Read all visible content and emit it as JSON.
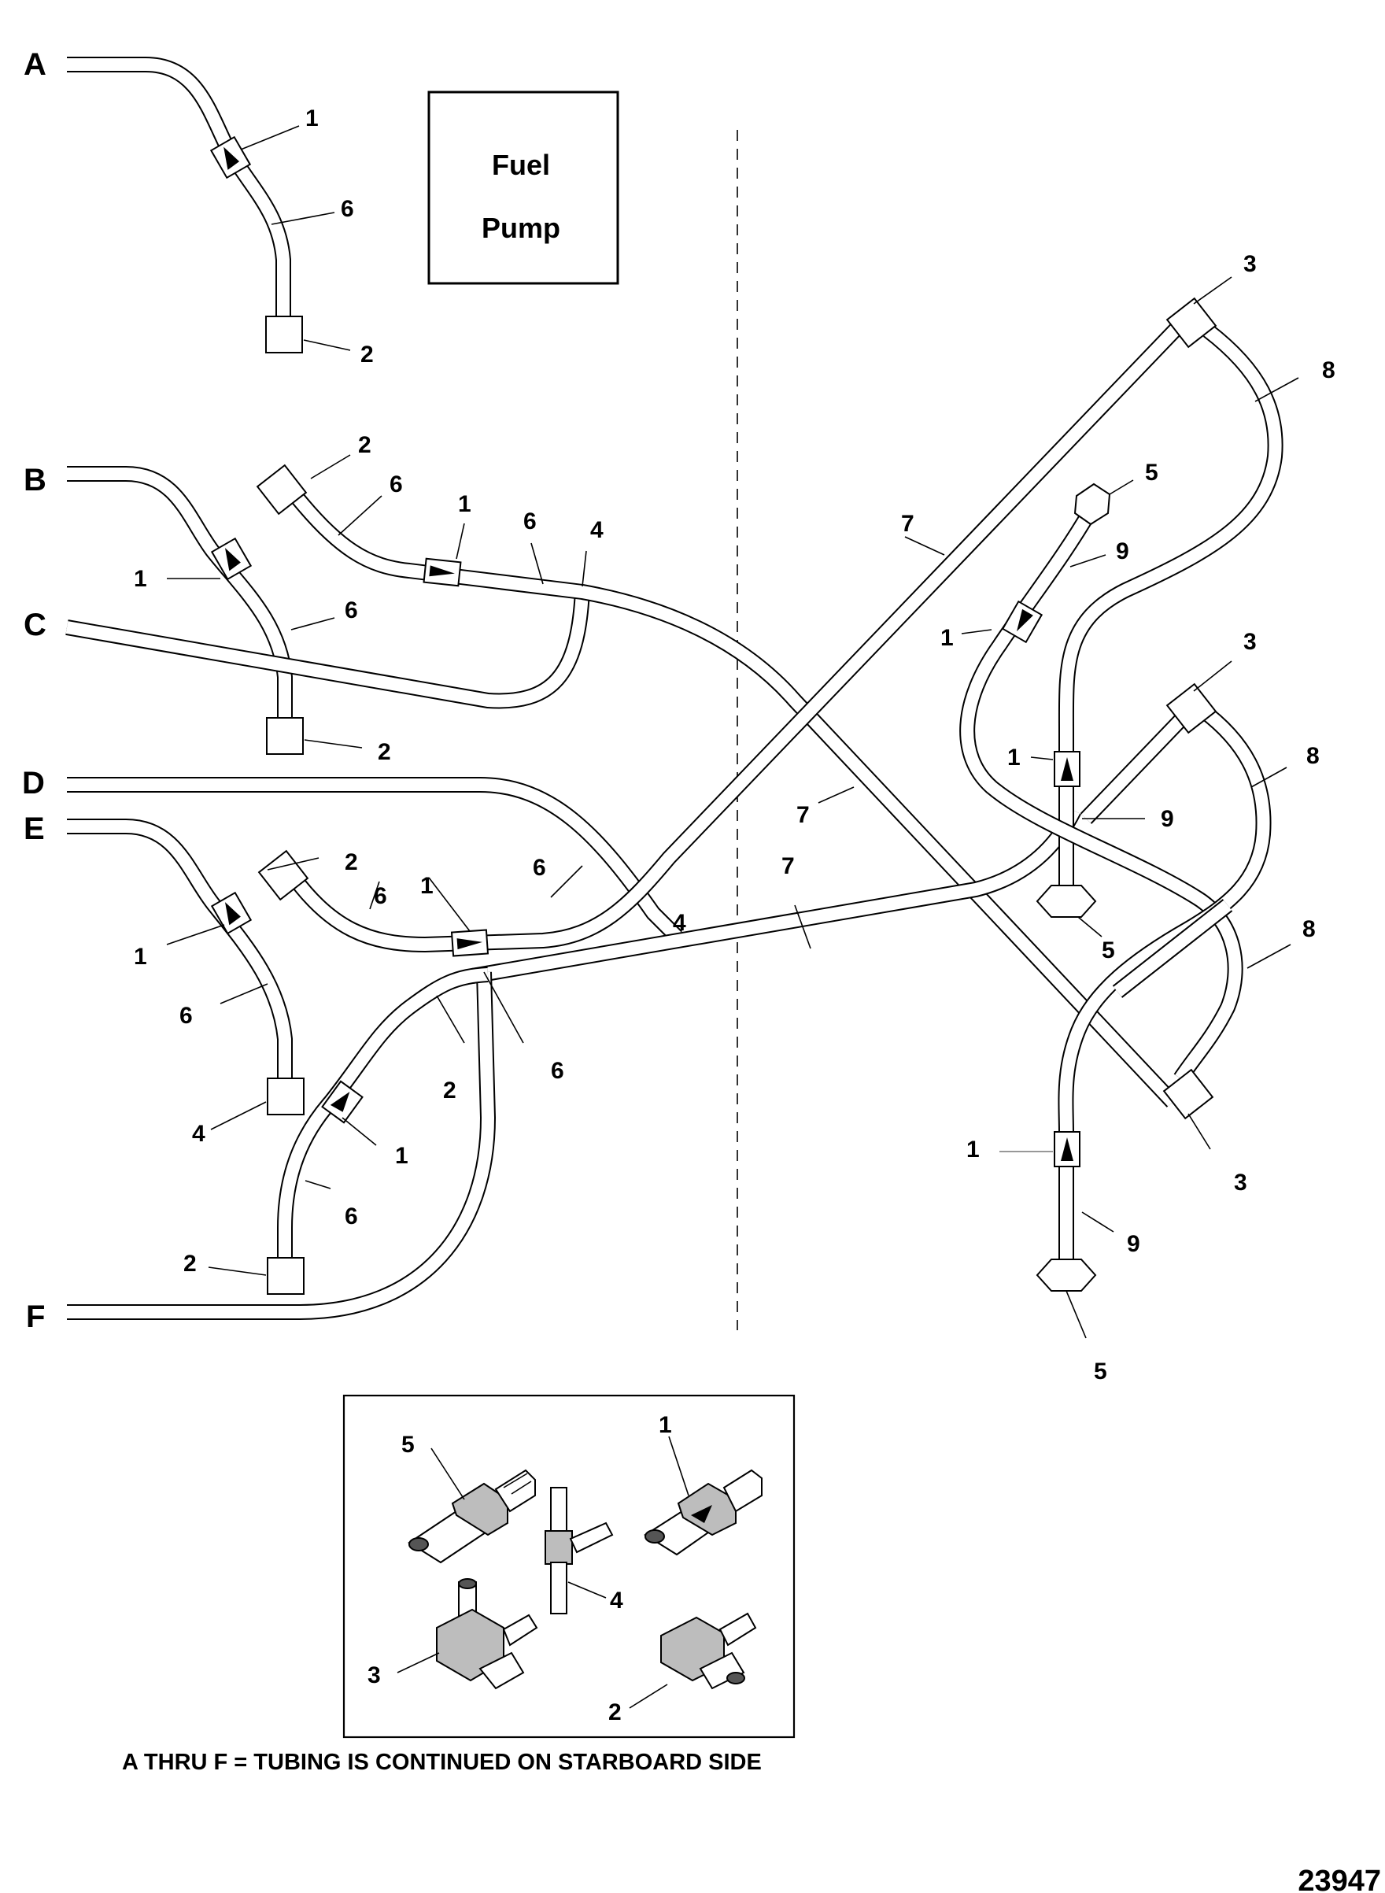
{
  "fuel_pump_box": {
    "line1": "Fuel",
    "line2": "Pump"
  },
  "tube_ends": [
    "A",
    "B",
    "C",
    "D",
    "E",
    "F"
  ],
  "callouts": [
    {
      "id": "c01",
      "text": "1"
    },
    {
      "id": "c02",
      "text": "6"
    },
    {
      "id": "c03",
      "text": "2"
    },
    {
      "id": "c04",
      "text": "2"
    },
    {
      "id": "c05",
      "text": "6"
    },
    {
      "id": "c06",
      "text": "1"
    },
    {
      "id": "c07",
      "text": "6"
    },
    {
      "id": "c08",
      "text": "4"
    },
    {
      "id": "c09",
      "text": "1"
    },
    {
      "id": "c10",
      "text": "6"
    },
    {
      "id": "c11",
      "text": "2"
    },
    {
      "id": "c12",
      "text": "3"
    },
    {
      "id": "c13",
      "text": "8"
    },
    {
      "id": "c14",
      "text": "5"
    },
    {
      "id": "c15",
      "text": "9"
    },
    {
      "id": "c16",
      "text": "7"
    },
    {
      "id": "c17",
      "text": "1"
    },
    {
      "id": "c18",
      "text": "3"
    },
    {
      "id": "c19",
      "text": "1"
    },
    {
      "id": "c20",
      "text": "8"
    },
    {
      "id": "c21",
      "text": "9"
    },
    {
      "id": "c22",
      "text": "7"
    },
    {
      "id": "c23",
      "text": "7"
    },
    {
      "id": "c24",
      "text": "5"
    },
    {
      "id": "c25",
      "text": "8"
    },
    {
      "id": "c26",
      "text": "2"
    },
    {
      "id": "c27",
      "text": "6"
    },
    {
      "id": "c28",
      "text": "1"
    },
    {
      "id": "c29",
      "text": "6"
    },
    {
      "id": "c30",
      "text": "4"
    },
    {
      "id": "c31",
      "text": "1"
    },
    {
      "id": "c32",
      "text": "6"
    },
    {
      "id": "c33",
      "text": "2"
    },
    {
      "id": "c34",
      "text": "6"
    },
    {
      "id": "c35",
      "text": "4"
    },
    {
      "id": "c36",
      "text": "1"
    },
    {
      "id": "c37",
      "text": "6"
    },
    {
      "id": "c38",
      "text": "2"
    },
    {
      "id": "c39",
      "text": "3"
    },
    {
      "id": "c40",
      "text": "1"
    },
    {
      "id": "c41",
      "text": "9"
    },
    {
      "id": "c42",
      "text": "5"
    }
  ],
  "legend_callouts": [
    {
      "id": "l5",
      "text": "5"
    },
    {
      "id": "l1",
      "text": "1"
    },
    {
      "id": "l4",
      "text": "4"
    },
    {
      "id": "l3",
      "text": "3"
    },
    {
      "id": "l2",
      "text": "2"
    }
  ],
  "note": "A THRU F = TUBING IS CONTINUED ON STARBOARD SIDE",
  "figure_number": "23947"
}
